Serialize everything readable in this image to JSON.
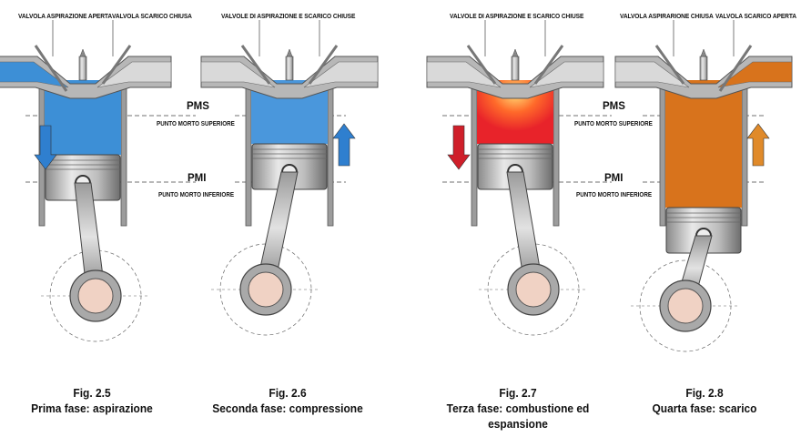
{
  "top_labels": {
    "intake_open": "VALVOLA ASPIRAZIONE APERTA",
    "exhaust_closed": "VALVOLA SCARICO CHIUSA",
    "both_closed_a": "VALVOLE DI ASPIRAZIONE E SCARICO CHIUSE",
    "both_closed_b": "VALVOLE DI ASPIRAZIONE E SCARICO CHIUSE",
    "intake_closed": "VALVOLA ASPIRARIONE CHIUSA",
    "exhaust_open": "VALVOLA SCARICO APERTA"
  },
  "markers": {
    "pms": "PMS",
    "pms_full": "PUNTO MORTO SUPERIORE",
    "pmi": "PMI",
    "pmi_full": "PUNTO MORTO INFERIORE"
  },
  "phases": [
    {
      "fig": "Fig. 2.5",
      "title": "Prima fase: aspirazione",
      "color": "#3d8fd6",
      "arrow": "down",
      "arrow_color": "#2f7fcf"
    },
    {
      "fig": "Fig. 2.6",
      "title": "Seconda fase: compressione",
      "color": "#4a97dc",
      "arrow": "up",
      "arrow_color": "#2f7fcf"
    },
    {
      "fig": "Fig. 2.7",
      "title": "Terza fase: combustione ed espansione",
      "title_line1": "Terza fase: combustione ed",
      "title_line2": "espansione",
      "color": "#e8232a",
      "arrow": "down",
      "arrow_color": "#cf1f2a"
    },
    {
      "fig": "Fig. 2.8",
      "title": "Quarta fase: scarico",
      "color": "#d8731c",
      "arrow": "up",
      "arrow_color": "#e08a2a"
    }
  ]
}
